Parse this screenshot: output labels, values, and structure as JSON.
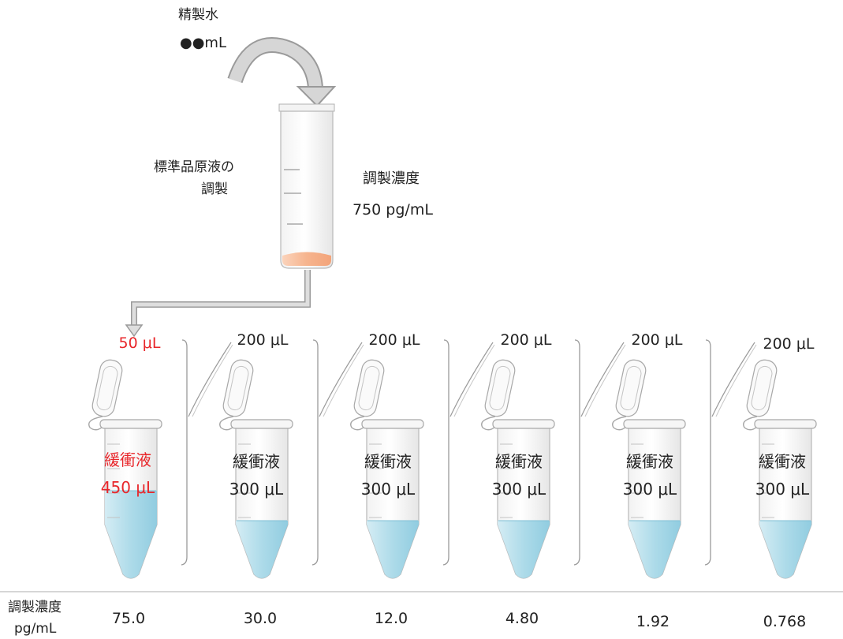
{
  "top": {
    "water_label": "精製水",
    "water_volume": "●●mL"
  },
  "stock": {
    "label_line1": "標準品原液の",
    "label_line2": "調製",
    "conc_label": "調製濃度",
    "conc_value": "750 pg/mL"
  },
  "tubes": [
    {
      "transfer": "50 μL",
      "buffer_label": "緩衝液",
      "buffer_volume": "450 μL",
      "highlight": true
    },
    {
      "transfer": "200 μL",
      "buffer_label": "緩衝液",
      "buffer_volume": "300 μL",
      "highlight": false
    },
    {
      "transfer": "200 μL",
      "buffer_label": "緩衝液",
      "buffer_volume": "300 μL",
      "highlight": false
    },
    {
      "transfer": "200 μL",
      "buffer_label": "緩衝液",
      "buffer_volume": "300 μL",
      "highlight": false
    },
    {
      "transfer": "200 μL",
      "buffer_label": "緩衝液",
      "buffer_volume": "300 μL",
      "highlight": false
    },
    {
      "transfer": "200 μL",
      "buffer_label": "緩衝液",
      "buffer_volume": "300 μL",
      "highlight": false
    }
  ],
  "footer": {
    "label_line1": "調製濃度",
    "label_line2": "pg/mL",
    "values": [
      "75.0",
      "30.0",
      "12.0",
      "4.80",
      "1.92",
      "0.768"
    ]
  },
  "colors": {
    "highlight": "#e8262a",
    "liquid": "#a9d9e8",
    "stock_liquid": "#f6b48e",
    "arrow": "#c8c8c8"
  }
}
